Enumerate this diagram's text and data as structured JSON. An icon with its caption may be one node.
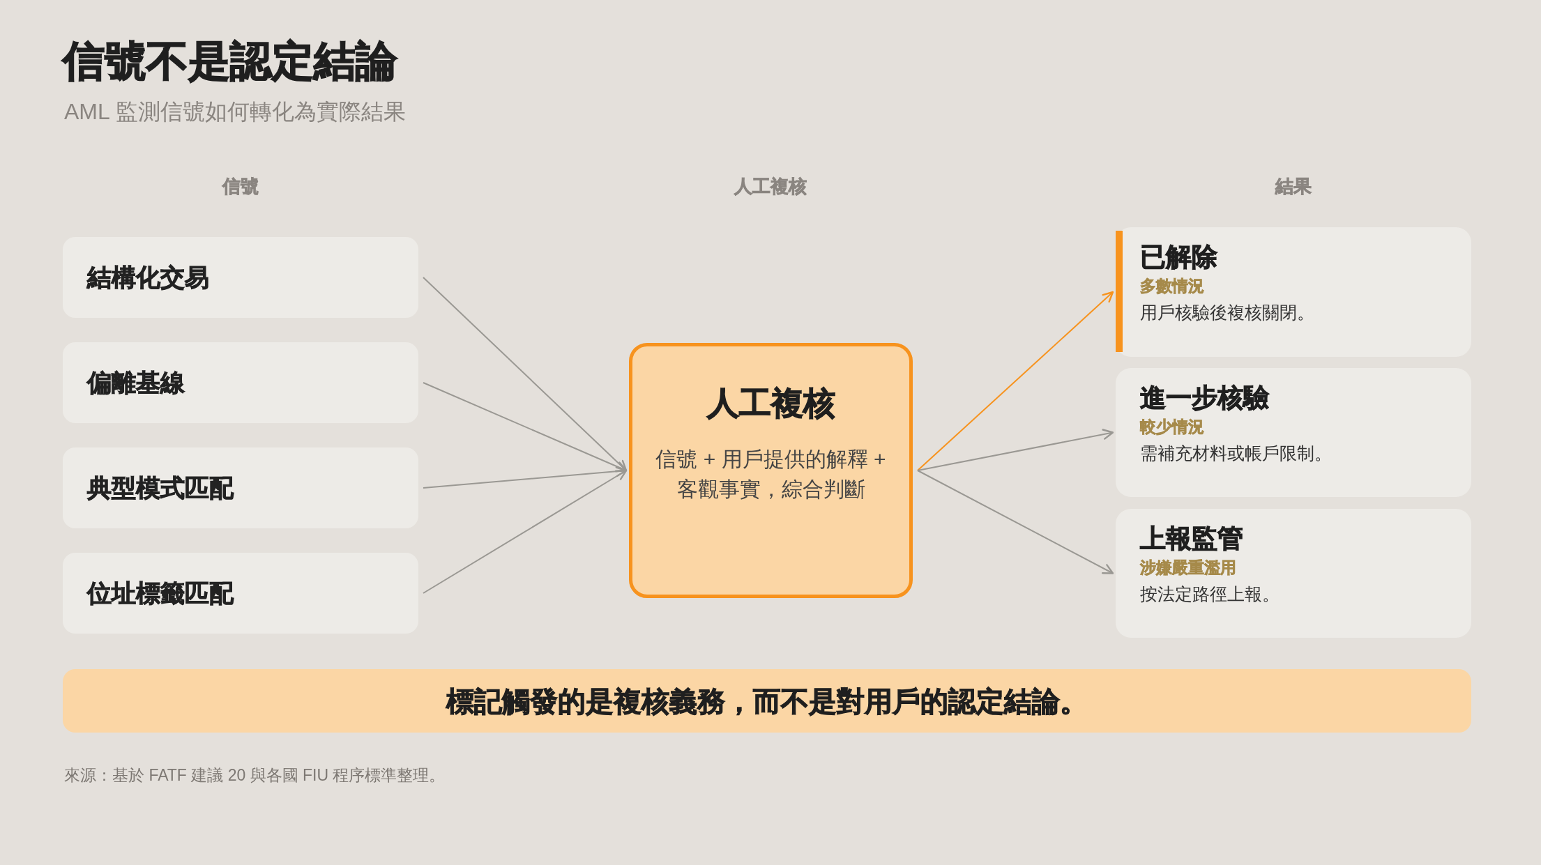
{
  "diagram": {
    "title": "信號不是認定結論",
    "nodes": [
      {
        "text": [
          "結構化交易"
        ]
      },
      {
        "text": [
          "偏離基線"
        ]
      },
      {
        "text": [
          "典型模式匹配"
        ]
      },
      {
        "text": [
          "位址標籤匹配"
        ]
      },
      {
        "text": [
          "人工複核",
          "信號 + 用戶提供的解釋 + 客觀事實，綜合判斷"
        ]
      },
      {
        "text": [
          "已解除",
          "多數情況",
          "用戶核驗後複核關閉。"
        ]
      },
      {
        "text": [
          "進一步核驗",
          "較少情況",
          "需補充材料或帳戶限制。"
        ]
      },
      {
        "text": [
          "上報監管",
          "涉嫌嚴重濫用",
          "按法定路徑上報。"
        ]
      },
      {
        "text": [
          "標記觸發的是複核義務，而不是對用戶的認定結論。"
        ]
      }
    ],
    "edges": [
      {
        "from": 0,
        "to": 4,
        "arrow": "to"
      },
      {
        "from": 1,
        "to": 4,
        "arrow": "to"
      },
      {
        "from": 2,
        "to": 4,
        "arrow": "to"
      },
      {
        "from": 3,
        "to": 4,
        "arrow": "to"
      },
      {
        "from": 4,
        "to": 5,
        "arrow": "to",
        "color": "#f7931e"
      },
      {
        "from": 4,
        "to": 6,
        "arrow": "to"
      },
      {
        "from": 4,
        "to": 7,
        "arrow": "to"
      }
    ],
    "labels": [
      "AML 監測信號如何轉化為實際結果",
      "信號",
      "人工複核",
      "結果",
      "來源：基於 FATF 建議 20 與各國 FIU 程序標準整理。"
    ]
  }
}
